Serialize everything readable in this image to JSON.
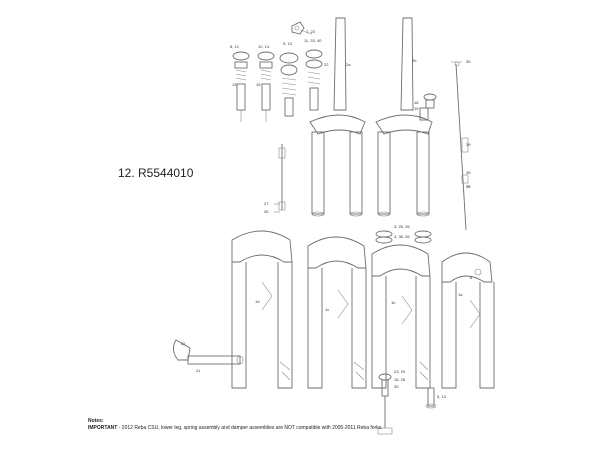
{
  "part_number_label": "12. R5544010",
  "notes": {
    "heading": "Notes:",
    "important_label": "IMPORTANT",
    "important_text": " - 2012 Reba CSU, lower leg, spring assembly and damper assemblies are NOT compatible with 2005-2011 Reba forks."
  },
  "callouts": {
    "c_8_12": "8, 12",
    "c_10_14": "10, 14",
    "c_9_13": "9, 13",
    "c_11_33_40": "11, 33, 40",
    "c_7_23": "7, 23",
    "c_13": "13",
    "c_15": "15",
    "c_22": "22",
    "c_2a": "2a",
    "c_2b": "2b",
    "c_35_top": "35",
    "c_18": "18",
    "c_19": "19",
    "c_39": "39",
    "c_35": "35",
    "c_38": "38",
    "c_3_25_26": "3, 25, 26",
    "c_3_36_26": "3, 36, 26",
    "c_27": "27",
    "c_26": "26",
    "c_1d": "1d",
    "c_1c": "1c",
    "c_1b": "1b",
    "c_1a": "1a",
    "c_6": "6",
    "c_32": "32",
    "c_21": "21",
    "c_23_29": "23, 29",
    "c_16_26": "16, 26",
    "c_30": "30",
    "c_5_13": "5, 13"
  }
}
